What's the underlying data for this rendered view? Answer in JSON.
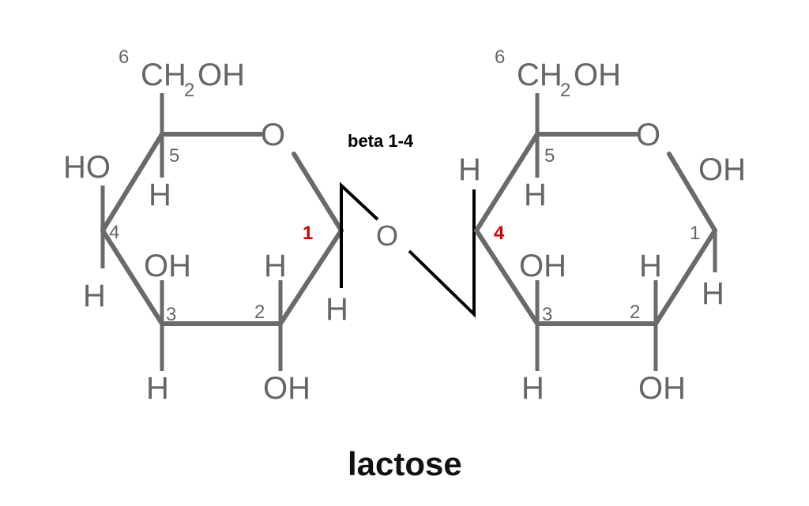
{
  "title": "lactose",
  "linkage_label": "beta 1-4",
  "linkage_atom": "O",
  "colors": {
    "bond": "#6a6a6a",
    "highlight": "#d00000",
    "link": "#000000"
  },
  "left_ring": {
    "c6_num": "6",
    "ch2": "CH",
    "sub2": "2",
    "oh": "OH",
    "ring_o": "O",
    "c5_num": "5",
    "c5_h": "H",
    "c4_ho": "HO",
    "c4_num": "4",
    "c4_h": "H",
    "c3_oh": "OH",
    "c3_num": "3",
    "c3_h": "H",
    "c2_h": "H",
    "c2_num": "2",
    "c2_oh": "OH",
    "c1_num": "1",
    "c1_h": "H"
  },
  "right_ring": {
    "c6_num": "6",
    "ch2": "CH",
    "sub2": "2",
    "oh": "OH",
    "ring_o": "O",
    "c5_num": "5",
    "c5_h": "H",
    "c4_h": "H",
    "c4_num": "4",
    "c3_oh": "OH",
    "c3_num": "3",
    "c3_h": "H",
    "c2_h": "H",
    "c2_num": "2",
    "c2_oh": "OH",
    "c1_oh": "OH",
    "c1_num": "1",
    "c1_h": "H"
  }
}
